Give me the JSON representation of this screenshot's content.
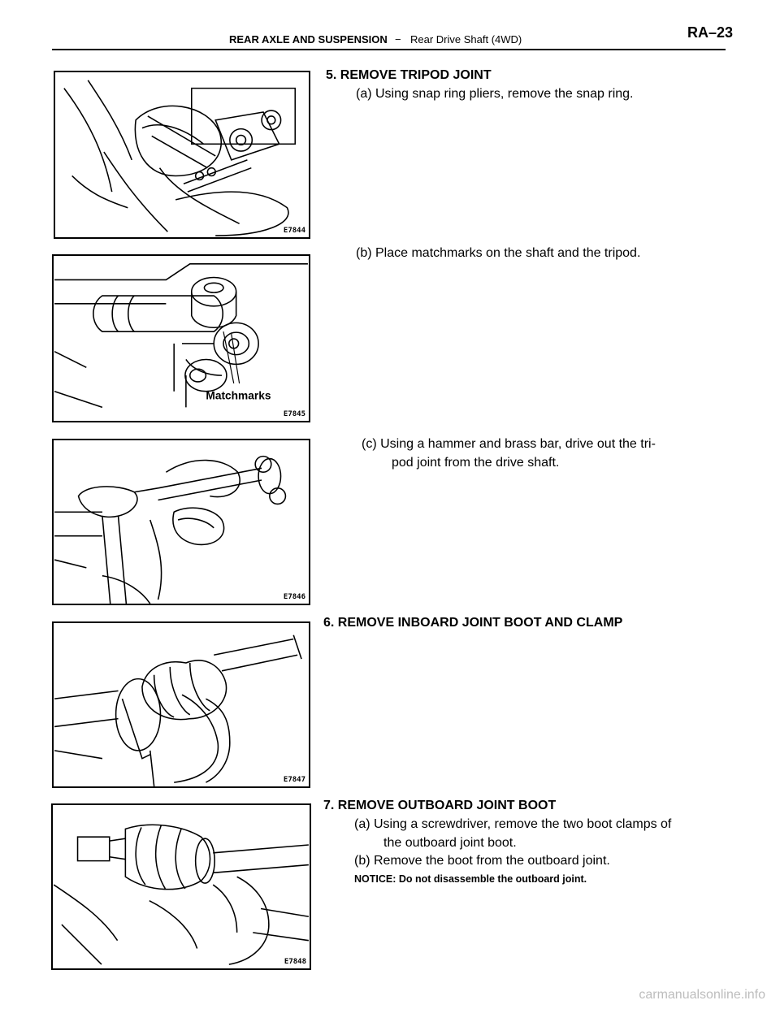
{
  "header": {
    "section": "REAR AXLE AND SUSPENSION",
    "dash": "−",
    "subsection": "Rear Drive Shaft (4WD)",
    "page": "RA–23"
  },
  "figures": {
    "fig1": {
      "code": "E7844"
    },
    "fig2": {
      "code": "E7845",
      "label": "Matchmarks"
    },
    "fig3": {
      "code": "E7846"
    },
    "fig4": {
      "code": "E7847"
    },
    "fig5": {
      "code": "E7848"
    }
  },
  "steps": {
    "s5": {
      "title": "5. REMOVE TRIPOD JOINT",
      "a": "(a) Using snap ring pliers, remove the snap ring.",
      "b": "(b) Place matchmarks on the shaft and the tripod.",
      "c1": "(c) Using a hammer and brass bar, drive out the tri-",
      "c2": "pod joint from the drive shaft."
    },
    "s6": {
      "title": "6. REMOVE INBOARD JOINT BOOT AND CLAMP"
    },
    "s7": {
      "title": "7. REMOVE OUTBOARD JOINT BOOT",
      "a1": "(a) Using a screwdriver, remove the two boot clamps of",
      "a2": "the outboard joint boot.",
      "b": "(b) Remove the boot from the outboard joint.",
      "notice": "NOTICE: Do not disassemble the outboard joint."
    }
  },
  "watermark": "carmanualsonline.info"
}
